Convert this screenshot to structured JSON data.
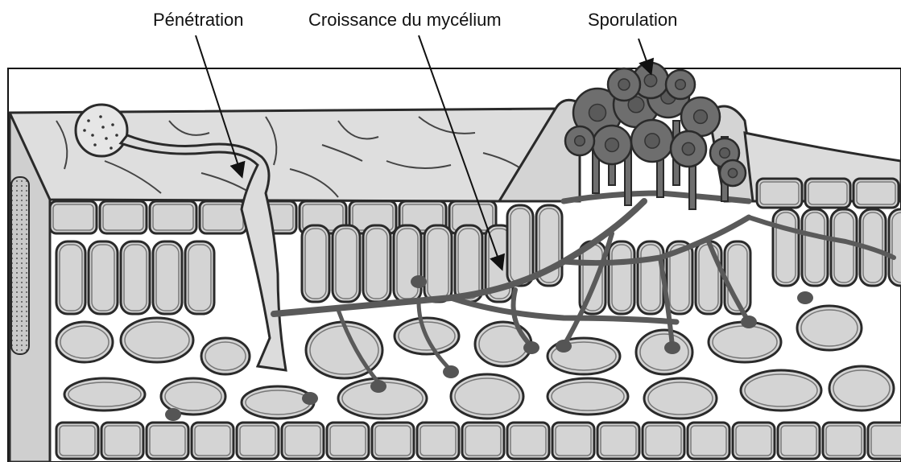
{
  "labels": {
    "penetration": "Pénétration",
    "mycelium": "Croissance du mycélium",
    "sporulation": "Sporulation"
  },
  "colors": {
    "cell_fill": "#d4d4d4",
    "cell_outline": "#2a2a2a",
    "hypha": "#5a5a5a",
    "spore_mass": "#6e6e6e",
    "background": "#ffffff"
  }
}
